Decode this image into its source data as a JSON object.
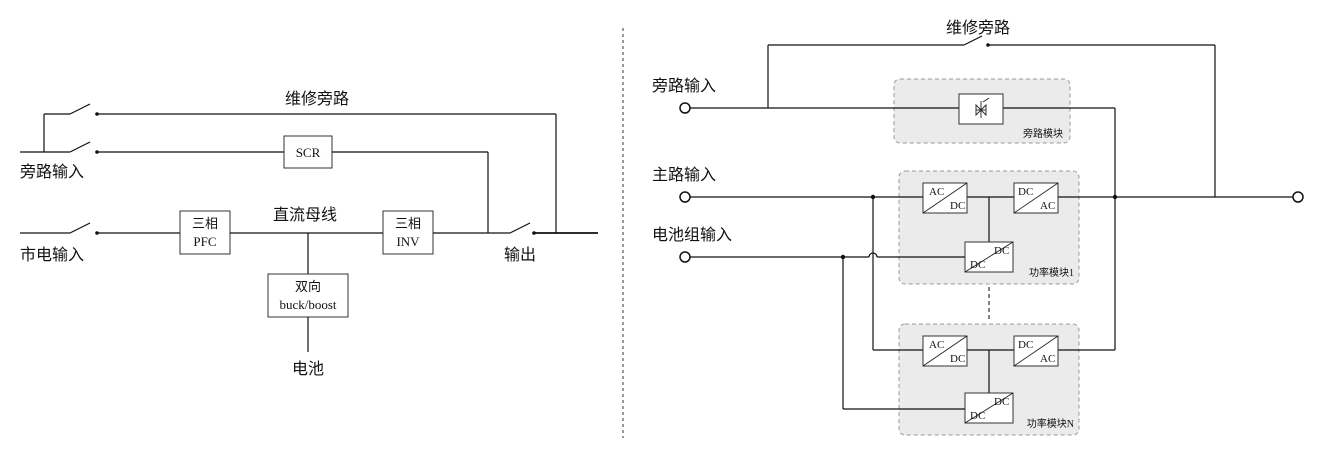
{
  "left": {
    "maint_bypass": "维修旁路",
    "bypass_input": "旁路输入",
    "mains_input": "市电输入",
    "scr": "SCR",
    "pfc_line1": "三相",
    "pfc_line2": "PFC",
    "dc_bus": "直流母线",
    "inv_line1": "三相",
    "inv_line2": "INV",
    "output": "输出",
    "buckboost_line1": "双向",
    "buckboost_line2": "buck/boost",
    "battery": "电池"
  },
  "right": {
    "maint_bypass": "维修旁路",
    "bypass_input": "旁路输入",
    "main_input": "主路输入",
    "battery_input": "电池组输入",
    "bypass_module": "旁路模块",
    "power_module_1": "功率模块1",
    "power_module_n": "功率模块N",
    "ac": "AC",
    "dc": "DC"
  }
}
